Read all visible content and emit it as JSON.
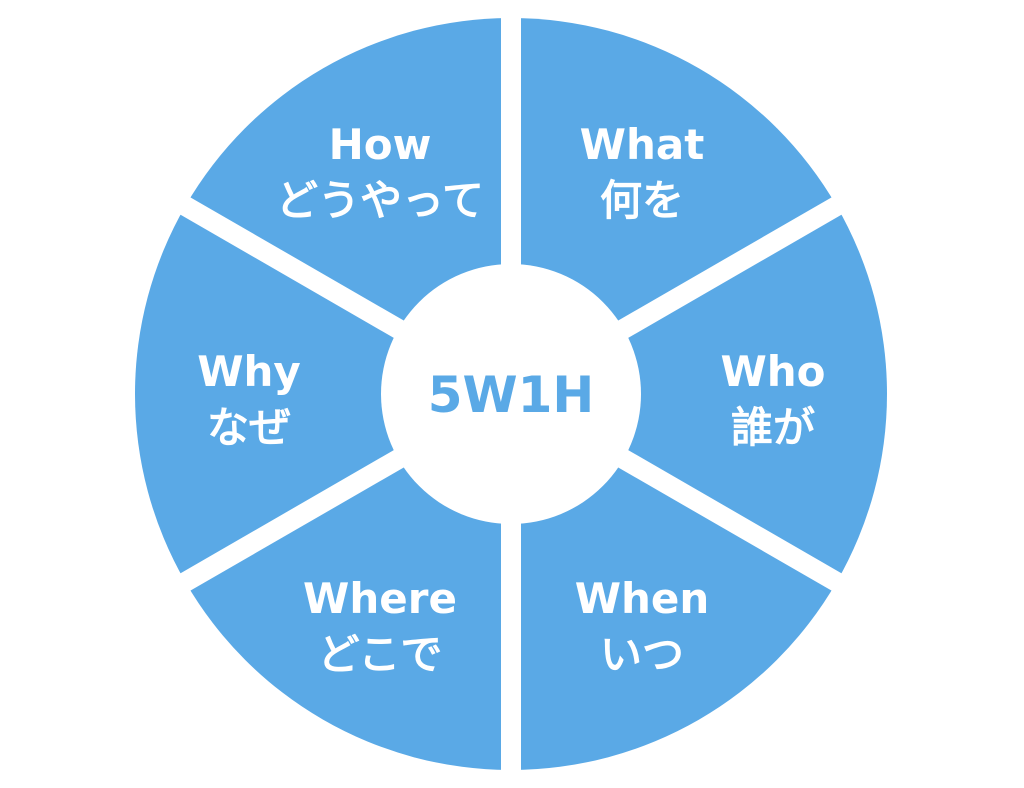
{
  "colors": {
    "segment": "#5AA9E6",
    "background": "#FFFFFF"
  },
  "center_label": "5W1H",
  "segments": [
    {
      "en": "What",
      "ja": "何を"
    },
    {
      "en": "Who",
      "ja": "誰が"
    },
    {
      "en": "When",
      "ja": "いつ"
    },
    {
      "en": "Where",
      "ja": "どこで"
    },
    {
      "en": "Why",
      "ja": "なぜ"
    },
    {
      "en": "How",
      "ja": "どうやって"
    }
  ]
}
